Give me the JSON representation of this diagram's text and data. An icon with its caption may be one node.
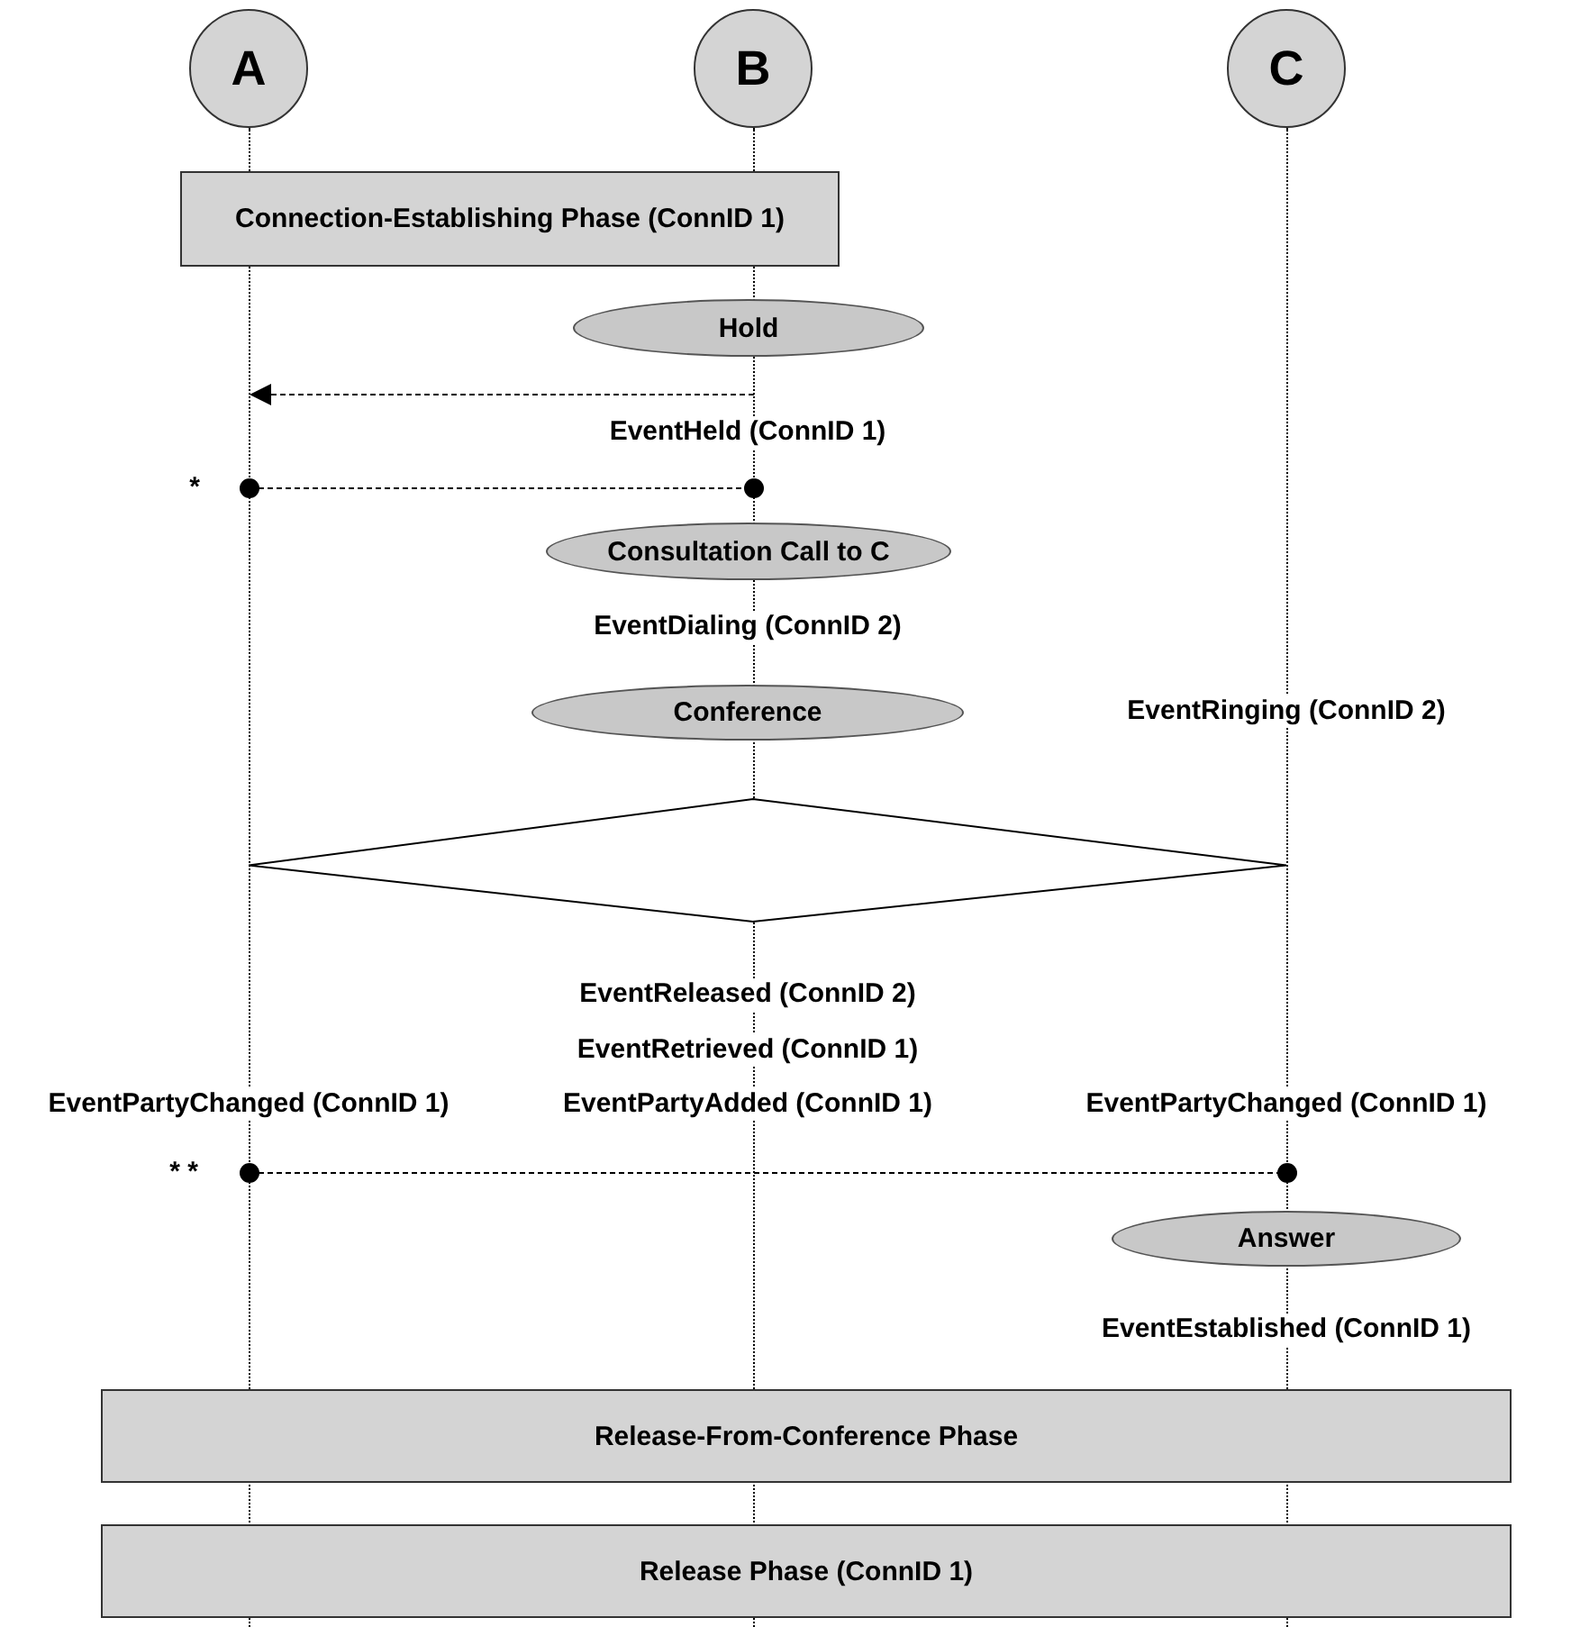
{
  "diagram": {
    "nodes": [
      {
        "text": [
          "A"
        ]
      },
      {
        "text": [
          "B"
        ]
      },
      {
        "text": [
          "C"
        ]
      },
      {
        "text": [],
        "shape": "line"
      },
      {
        "text": [],
        "shape": "line"
      },
      {
        "text": [],
        "shape": "line"
      },
      {
        "text": [
          "Connection-Establishing Phase (ConnID 1)"
        ]
      },
      {
        "text": [
          "Hold"
        ]
      },
      {
        "text": [
          "Consultation Call to C"
        ]
      },
      {
        "text": [
          "Conference"
        ]
      },
      {
        "text": [],
        "shape": "diamond"
      },
      {
        "text": [
          "Answer"
        ]
      },
      {
        "text": [
          "Release-From-Conference Phase"
        ]
      },
      {
        "text": [
          "Release Phase (ConnID 1)"
        ]
      }
    ],
    "edges": [
      {
        "from": 4,
        "to": 3,
        "arrow": "to",
        "style": "dashed"
      },
      {
        "from": 3,
        "to": 4,
        "arrow": "other",
        "style": "dashed"
      },
      {
        "from": 3,
        "to": 5,
        "arrow": "other",
        "style": "dashed"
      }
    ],
    "labels": [
      "EventHeld (ConnID 1)",
      "*",
      "EventDialing (ConnID 2)",
      "EventRinging (ConnID 2)",
      "EventReleased (ConnID 2)",
      "EventRetrieved (ConnID 1)",
      "EventPartyChanged (ConnID 1)",
      "EventPartyAdded (ConnID 1)",
      "EventPartyChanged (ConnID 1)",
      "* *",
      "EventEstablished (ConnID 1)"
    ]
  }
}
